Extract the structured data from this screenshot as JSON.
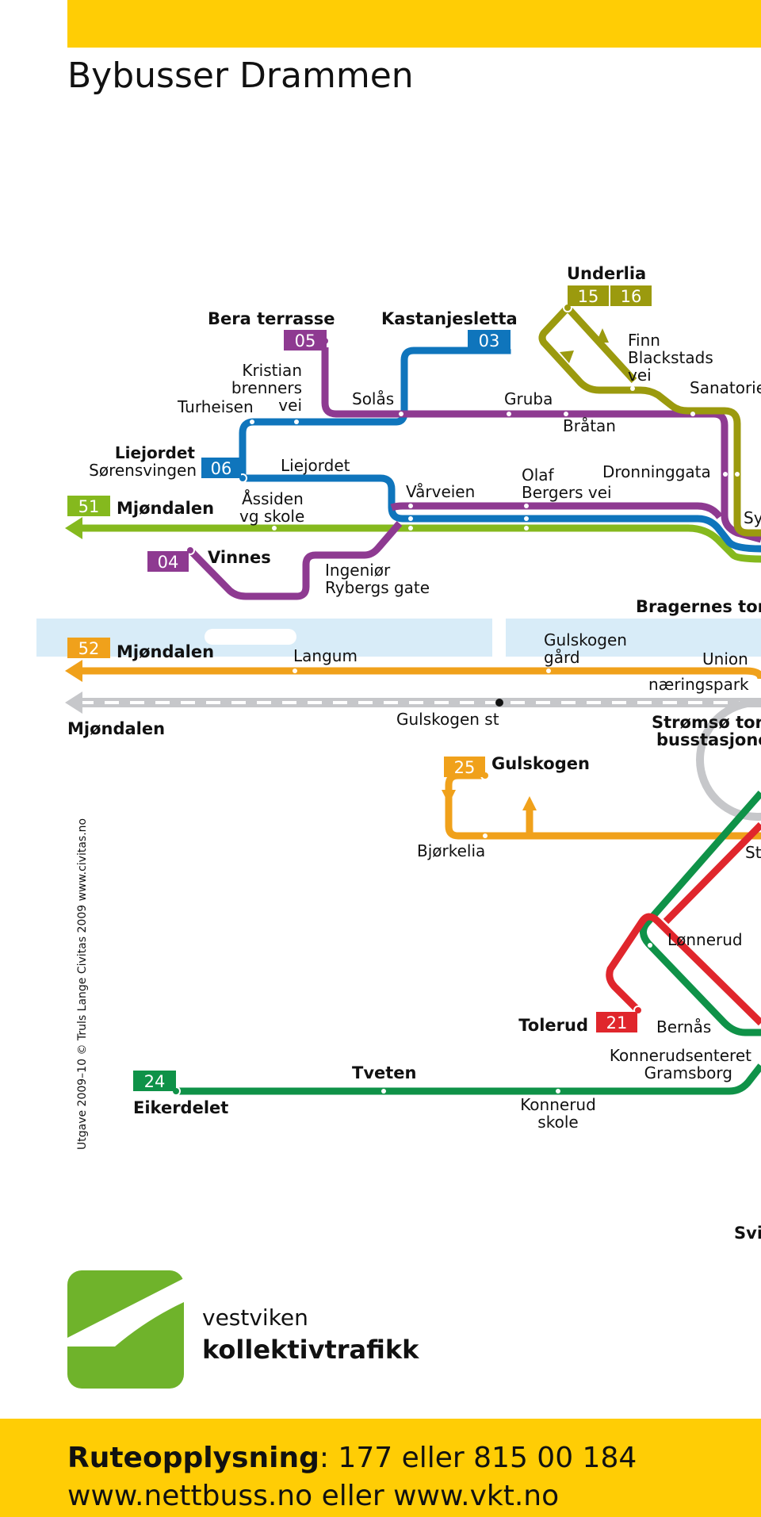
{
  "header": {
    "title": "Bybusser Drammen"
  },
  "colors": {
    "yellow": "#ffcd05",
    "purple": "#8e3a91",
    "blue": "#0f75bc",
    "olive": "#9b9a0e",
    "green": "#85b91e",
    "orange": "#f0a11b",
    "red": "#e0262c",
    "dark_green": "#0f9248",
    "rail_gray": "#c6c7ca",
    "light_blue": "#d8ecf8"
  },
  "routes": {
    "r05": "05",
    "r03": "03",
    "r15": "15",
    "r16": "16",
    "r06": "06",
    "r51": "51",
    "r04": "04",
    "r52": "52",
    "r25": "25",
    "r21": "21",
    "r24": "24"
  },
  "stops": {
    "underlia": "Underlia",
    "bera_terrasse": "Bera terrasse",
    "kastanjesletta": "Kastanjesletta",
    "finn_1": "Finn",
    "finn_2": "Blackstads",
    "finn_3": "vei",
    "kristian_1": "Kristian",
    "kristian_2": "brenners",
    "kristian_3": "vei",
    "turheisen": "Turheisen",
    "solas": "Solås",
    "gruba": "Gruba",
    "sanatoriet": "Sanatorie",
    "bratan": "Bråtan",
    "liejordet_bold": "Liejordet",
    "sorensvingen": "Sørensvingen",
    "liejordet": "Liejordet",
    "olaf_1": "Olaf",
    "olaf_2": "Bergers vei",
    "dronninggata": "Dronninggata",
    "varveien": "Vårveien",
    "assiden_1": "Åssiden",
    "assiden_2": "vg skole",
    "mjondalen_51": "Mjøndalen",
    "sy": "Sy",
    "vinnes": "Vinnes",
    "ingenior_1": "Ingeniør",
    "ingenior_2": "Rybergs gate",
    "bragernes": "Bragernes tor",
    "mjondalen_52": "Mjøndalen",
    "langum": "Langum",
    "gulskogen_gard_1": "Gulskogen",
    "gulskogen_gard_2": "gård",
    "union_1": "Union",
    "union_2": "næringspark",
    "mjondalen_rail": "Mjøndalen",
    "gulskogen_st": "Gulskogen st",
    "stromso_1": "Strømsø tor",
    "stromso_2": "busstasjone",
    "gulskogen": "Gulskogen",
    "bjorkelia": "Bjørkelia",
    "st": "St",
    "lonnerud": "Lønnerud",
    "tolerud": "Tolerud",
    "bernas": "Bernås",
    "konnerudsenteret": "Konnerudsenteret",
    "gramsborg": "Gramsborg",
    "tveten": "Tveten",
    "eikerdelet": "Eikerdelet",
    "konnerud_skole_1": "Konnerud",
    "konnerud_skole_2": "skole",
    "svi": "Svi"
  },
  "copyright": "Utgave 2009–10 © Truls Lange Civitas 2009 www.civitas.no",
  "brand": {
    "line1": "vestviken",
    "line2": "kollektivtrafikk"
  },
  "footer": {
    "label": "Ruteopplysning",
    "phone": ": 177 eller 815 00 184",
    "web": "www.nettbuss.no eller www.vkt.no"
  }
}
